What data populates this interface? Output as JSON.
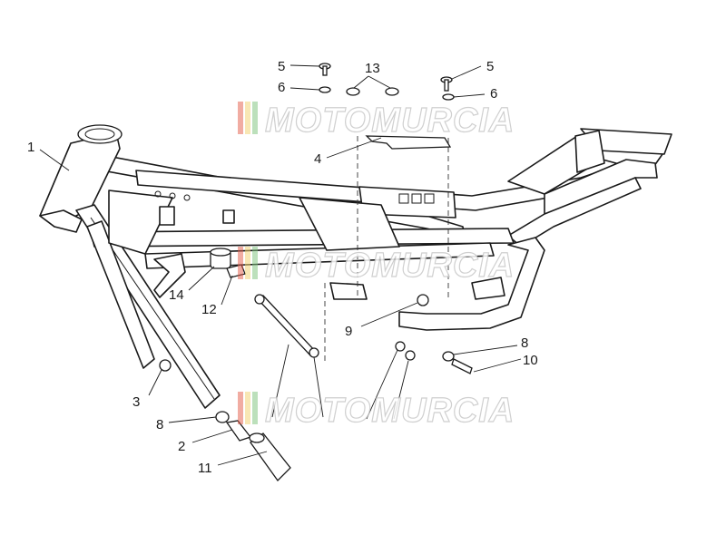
{
  "diagram": {
    "watermark": "MOTOMURCIA",
    "callouts": {
      "c1": "1",
      "c2": "2",
      "c3": "3",
      "c4": "4",
      "c5a": "5",
      "c5b": "5",
      "c6a": "6",
      "c6b": "6",
      "c8a": "8",
      "c8b": "8",
      "c9": "9",
      "c10": "10",
      "c11": "11",
      "c12": "12",
      "c13": "13",
      "c14": "14"
    },
    "colors": {
      "line": "#1a1a1a",
      "watermark_stroke": "#c8c8c8",
      "logo_red": "#e25b4a",
      "logo_yellow": "#f2d06a",
      "logo_green": "#7cc27a"
    }
  }
}
